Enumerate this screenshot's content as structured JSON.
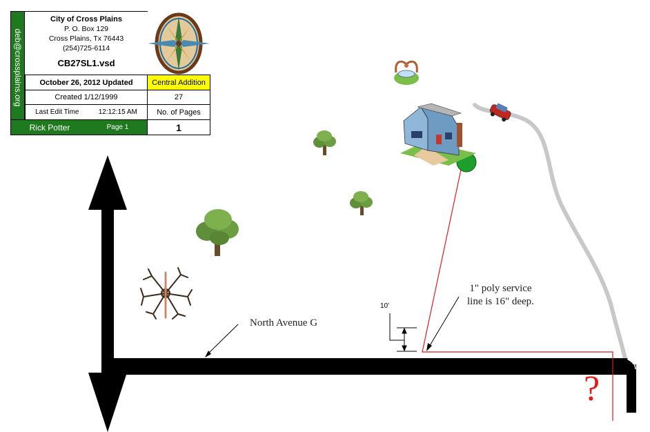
{
  "title_block": {
    "email": "deb@crossplains.org",
    "org_name": "City of Cross Plains",
    "address_line1": "P. O. Box 129",
    "address_line2": "Cross Plains, Tx  76443",
    "phone": "(254)725-6114",
    "file_name": "CB27SL1.vsd",
    "updated": "October 26, 2012 Updated",
    "area": "Central Addition",
    "created": "Created 1/12/1999",
    "page_count": "27",
    "last_edit_label": "Last Edit Time",
    "last_edit_time": "12:12:15 AM",
    "pages_label": "No. of Pages",
    "author": "Rick Potter",
    "page_label": "Page 1",
    "page_number": "1"
  },
  "labels": {
    "street": "North Avenue G",
    "service_line_1": "1\" poly service",
    "service_line_2": "line is 16\" deep.",
    "dimension": "10'",
    "unknown_marker": "?"
  },
  "colors": {
    "road": "#000000",
    "service_line": "#e21a1a",
    "meter": "#1e9e2a",
    "title_green": "#1f7a1f",
    "highlight_yellow": "#ffff00",
    "driveway": "#c8c8c8"
  },
  "icons": [
    "compass-rose-icon",
    "house-icon",
    "car-icon",
    "tree-icon",
    "bare-tree-icon",
    "fountain-icon",
    "meter-icon",
    "north-arrow-icon"
  ]
}
